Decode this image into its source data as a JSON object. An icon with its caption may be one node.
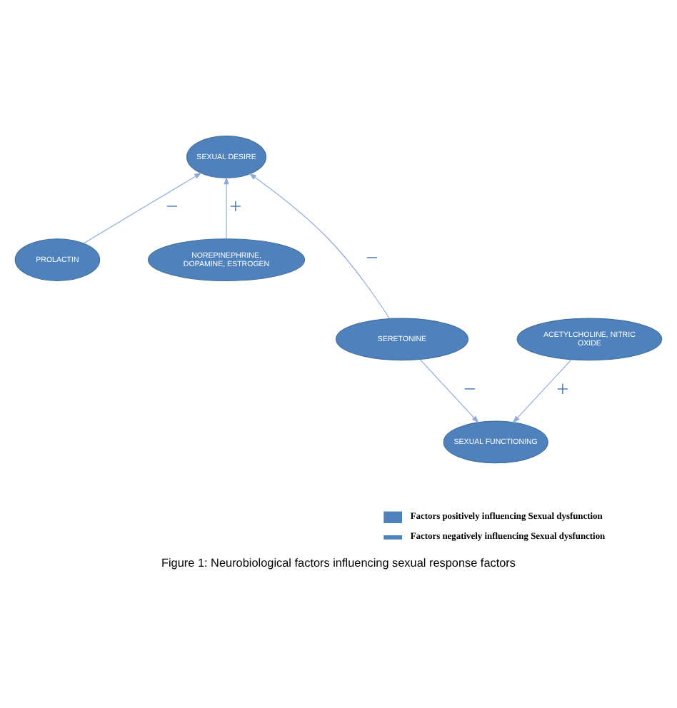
{
  "diagram": {
    "caption": "Figure 1: Neurobiological factors influencing sexual response factors",
    "nodes": [
      {
        "text": [
          "SEXUAL DESIRE"
        ]
      },
      {
        "text": [
          "PROLACTIN"
        ]
      },
      {
        "text": [
          "NOREPINEPHRINE, DOPAMINE, ESTROGEN"
        ]
      },
      {
        "text": [
          "SERETONINE"
        ]
      },
      {
        "text": [
          "ACETYLCHOLINE, NITRIC OXIDE"
        ]
      },
      {
        "text": [
          "SEXUAL FUNCTIONING"
        ]
      }
    ],
    "edges": [
      {
        "from": 1,
        "to": 0,
        "arrow": "to",
        "label": "−"
      },
      {
        "from": 3,
        "to": 0,
        "arrow": "to",
        "label": "−"
      },
      {
        "from": 2,
        "to": 0,
        "arrow": "to",
        "label": "+"
      },
      {
        "from": 3,
        "to": 5,
        "arrow": "to",
        "label": "−"
      },
      {
        "from": 4,
        "to": 5,
        "arrow": "to",
        "label": "+"
      }
    ],
    "legend": [
      {
        "text": "Factors positively influencing Sexual dysfunction"
      },
      {
        "text": "Factors negatively influencing Sexual dysfunction"
      }
    ]
  }
}
